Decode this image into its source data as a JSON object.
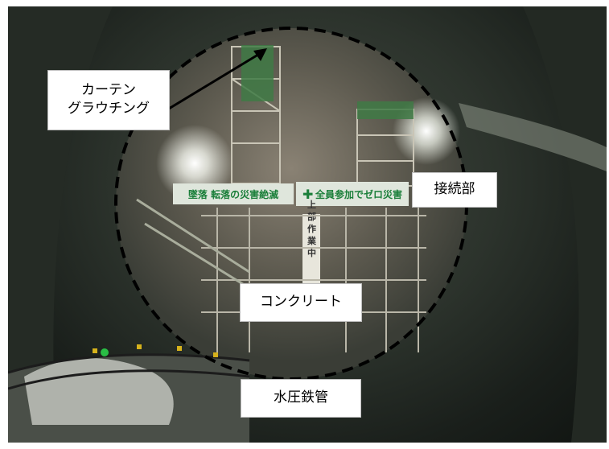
{
  "labels": {
    "curtain_grouting": [
      "カーテン",
      "グラウチング"
    ],
    "joint": "接続部",
    "concrete": "コンクリート",
    "penstock": "水圧鉄管"
  },
  "photo_signs": {
    "banner_left": "墜落 転落の災害絶滅",
    "banner_right": "全員参加でゼロ災害",
    "vertical_sign": "上部作業中"
  },
  "colors": {
    "tunnel_wall": "#2c332c",
    "dashed_circle": "#000000",
    "banner": "#dfe6dc",
    "safety_green": "#1b7f3a",
    "callout_bg": "#ffffff"
  }
}
